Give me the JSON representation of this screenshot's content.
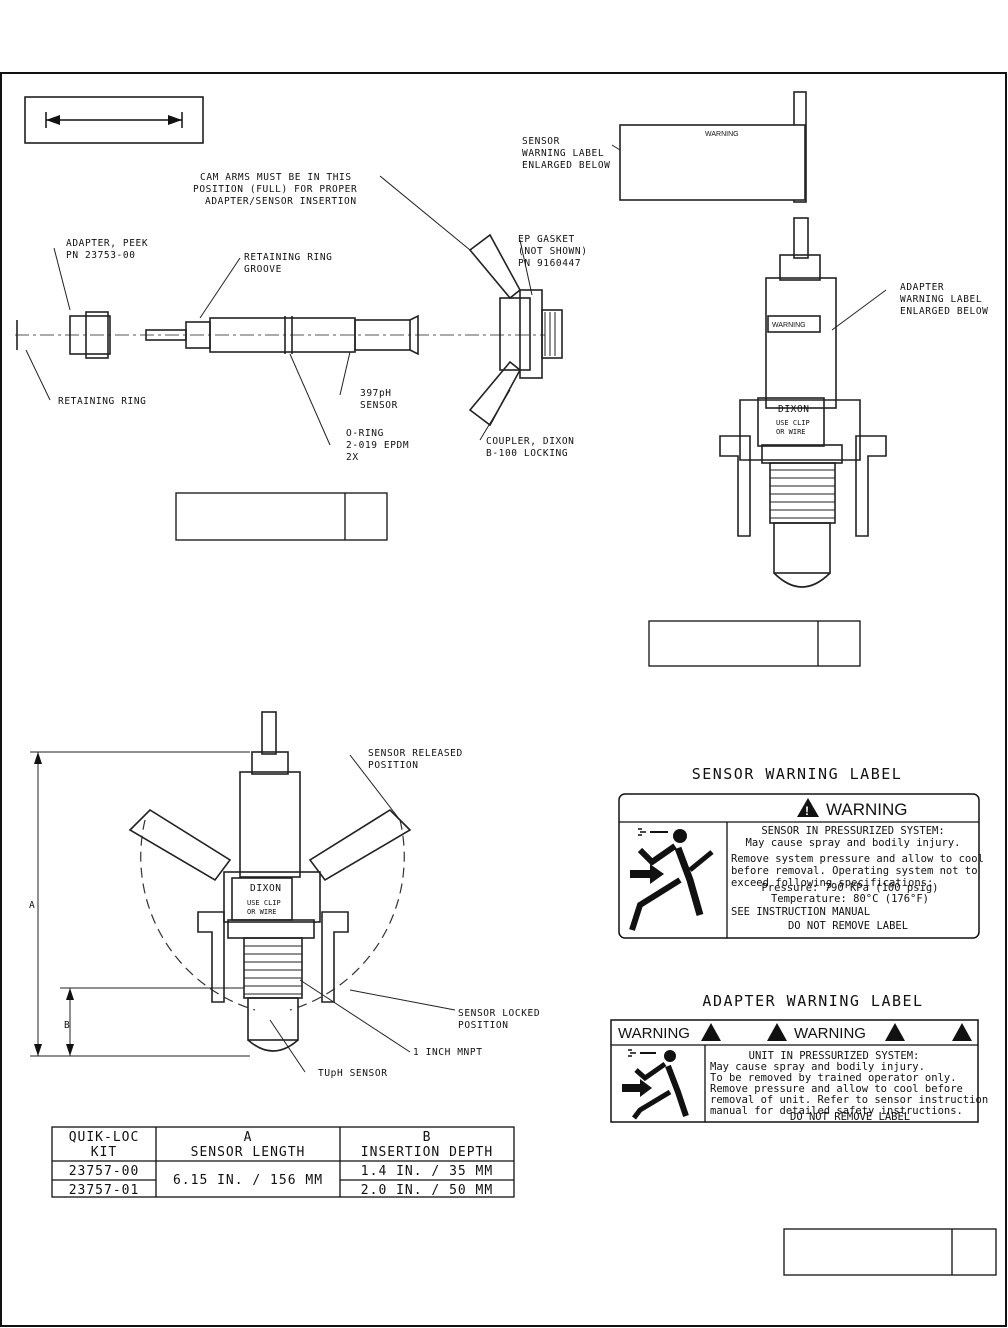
{
  "exploded_view": {
    "cam_arms_note": [
      "CAM ARMS MUST BE IN THIS",
      "POSITION (FULL) FOR PROPER",
      "ADAPTER/SENSOR INSERTION"
    ],
    "adapter": [
      "ADAPTER, PEEK",
      "PN 23753-00"
    ],
    "retaining_ring_groove": [
      "RETAINING RING",
      "GROOVE"
    ],
    "retaining_ring": "RETAINING RING",
    "sensor": [
      "397pH",
      "SENSOR"
    ],
    "o_ring": [
      "O-RING",
      "2-019 EPDM",
      "2X"
    ],
    "ep_gasket": [
      "EP GASKET",
      "(NOT SHOWN)",
      "PN 9160447"
    ],
    "coupler": [
      "COUPLER, DIXON",
      "B-100 LOCKING"
    ]
  },
  "side_view": {
    "sensor_label_callout": [
      "SENSOR",
      "WARNING LABEL",
      "ENLARGED BELOW"
    ],
    "adapter_label_callout": [
      "ADAPTER",
      "WARNING LABEL",
      "ENLARGED BELOW"
    ],
    "dixon_text": "DIXON",
    "use_clip_text": [
      "USE CLIP",
      "OR WIRE"
    ],
    "small_warning": "WARNING"
  },
  "locked_view": {
    "sensor_released": [
      "SENSOR RELEASED",
      "POSITION"
    ],
    "sensor_locked": [
      "SENSOR LOCKED",
      "POSITION"
    ],
    "mnpt": "1 INCH MNPT",
    "tupH": "TUpH SENSOR",
    "dim_a": "A",
    "dim_b": "B",
    "dixon_text": "DIXON",
    "use_clip_text": [
      "USE CLIP",
      "OR WIRE"
    ]
  },
  "kit_table": {
    "headers": [
      [
        "QUIK-LOC",
        "KIT"
      ],
      [
        "A",
        "SENSOR LENGTH"
      ],
      [
        "B",
        "INSERTION DEPTH"
      ]
    ],
    "rows": [
      {
        "kit": "23757-00",
        "depth": "1.4 IN. / 35 MM"
      },
      {
        "kit": "23757-01",
        "depth": "2.0 IN. / 50 MM"
      }
    ],
    "sensor_length": "6.15 IN. / 156 MM"
  },
  "sensor_warning_label": {
    "title": "SENSOR WARNING LABEL",
    "warning": "WARNING",
    "lines": [
      "SENSOR IN PRESSURIZED SYSTEM:",
      "May cause spray and bodily injury.",
      "Remove system pressure and allow to cool",
      "before removal.  Operating system not to",
      "exceed following specifications:",
      "Pressure: 790 KPa (100 psig)",
      "Temperature: 80°C (176°F)",
      "SEE INSTRUCTION MANUAL",
      "DO NOT REMOVE LABEL"
    ]
  },
  "adapter_warning_label": {
    "title": "ADAPTER WARNING LABEL",
    "warning_left": "WARNING",
    "warning_right": "WARNING",
    "lines": [
      "UNIT IN PRESSURIZED SYSTEM:",
      "May cause spray and bodily injury.",
      "To be removed by trained operator only.",
      "Remove pressure and allow to cool before",
      "removal of unit.  Refer to sensor instruction",
      "manual for detailed safety instructions.",
      "DO NOT REMOVE LABEL"
    ]
  }
}
